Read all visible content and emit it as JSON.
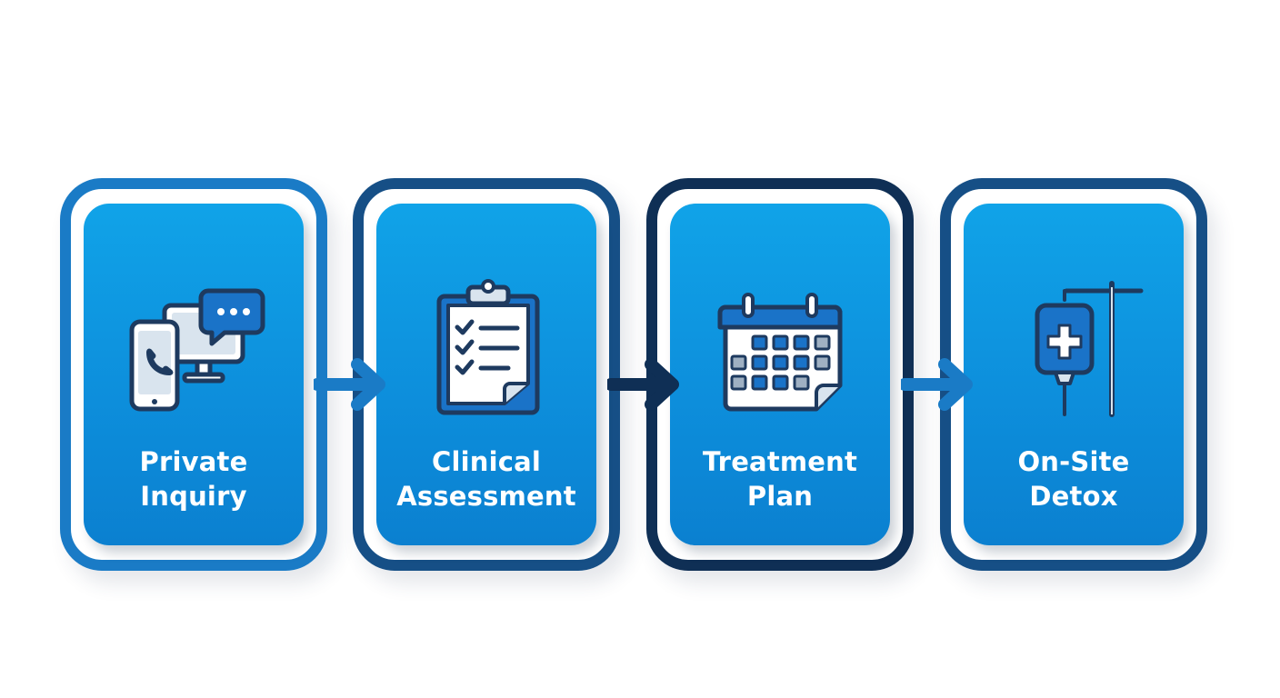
{
  "colors": {
    "step_borders": [
      "#1a7bc6",
      "#164f86",
      "#0f2f55",
      "#164f86"
    ],
    "arrows": [
      "#1a7bc6",
      "#0f2f55",
      "#1a7bc6"
    ],
    "card_fill": "#0d8fdc",
    "icon_stroke": "#1e3a5f",
    "icon_fill": "#ffffff",
    "icon_accent": "#1a73c8"
  },
  "steps": [
    {
      "line1": "Private",
      "line2": "Inquiry",
      "icon": "phone-monitor-chat-icon"
    },
    {
      "line1": "Clinical",
      "line2": "Assessment",
      "icon": "clipboard-checklist-icon"
    },
    {
      "line1": "Treatment",
      "line2": "Plan",
      "icon": "calendar-icon"
    },
    {
      "line1": "On-Site",
      "line2": "Detox",
      "icon": "iv-drip-icon"
    }
  ]
}
